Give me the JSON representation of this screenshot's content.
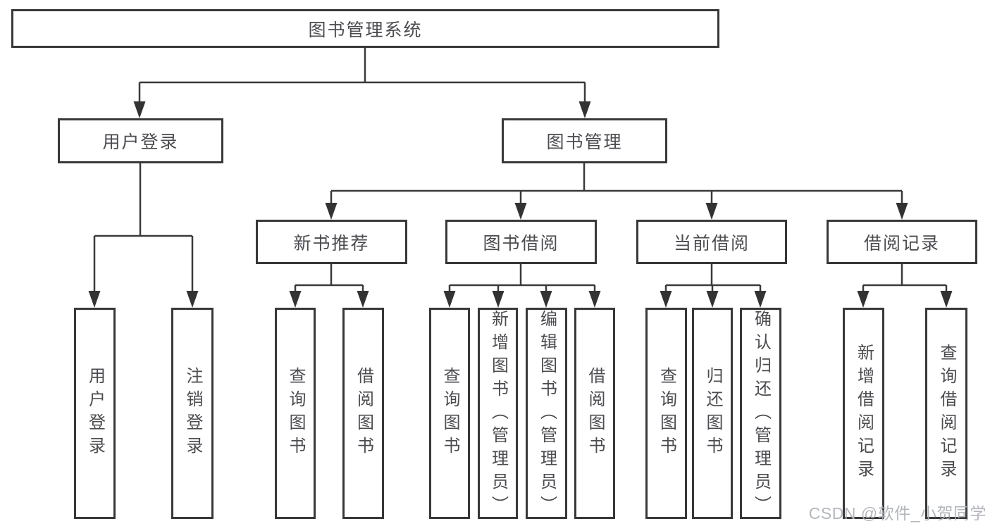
{
  "diagram": {
    "root": {
      "label": "图书管理系统"
    },
    "level2": [
      {
        "label": "用户登录"
      },
      {
        "label": "图书管理"
      }
    ],
    "level3": [
      {
        "label": "新书推荐"
      },
      {
        "label": "图书借阅"
      },
      {
        "label": "当前借阅"
      },
      {
        "label": "借阅记录"
      }
    ],
    "leaves": [
      {
        "label": "用户登录"
      },
      {
        "label": "注销登录"
      },
      {
        "label": "查询图书"
      },
      {
        "label": "借阅图书"
      },
      {
        "label": "查询图书"
      },
      {
        "label": "新增图书（管理员）"
      },
      {
        "label": "编辑图书（管理员）"
      },
      {
        "label": "借阅图书"
      },
      {
        "label": "查询图书"
      },
      {
        "label": "归还图书"
      },
      {
        "label": "确认归还（管理员）"
      },
      {
        "label": "新增借阅记录"
      },
      {
        "label": "查询借阅记录"
      }
    ],
    "line_color": "#3a3a3c",
    "arrow_color": "#333335"
  },
  "watermark": {
    "text": "CSDN @软件_小贺同学"
  }
}
